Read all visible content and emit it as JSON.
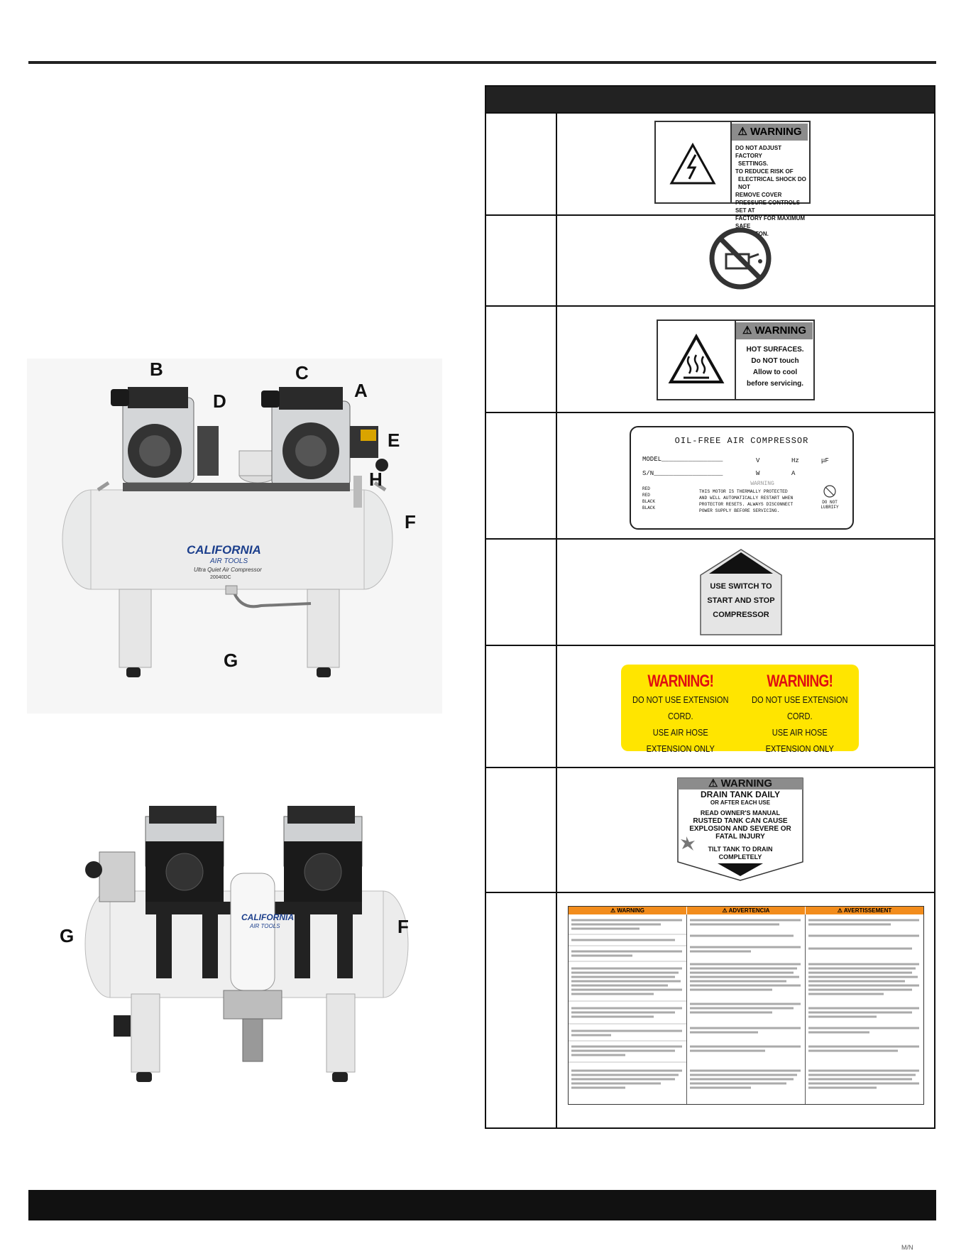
{
  "photo_front": {
    "callouts": {
      "A": "A",
      "B": "B",
      "C": "C",
      "D": "D",
      "E": "E",
      "F": "F",
      "G": "G",
      "H": "H"
    },
    "brand": "CALIFORNIA",
    "brand_sub": "AIR TOOLS",
    "product_line": "Ultra Quiet Air Compressor",
    "model": "20040DC"
  },
  "photo_rear": {
    "callouts": {
      "G": "G",
      "F": "F"
    },
    "brand": "CALIFORNIA",
    "brand_sub": "AIR TOOLS"
  },
  "decals": {
    "electrical": {
      "title": "WARNING",
      "lines": [
        "DO NOT ADJUST FACTORY",
        "SETTINGS.",
        "TO REDUCE RISK OF",
        "ELECTRICAL SHOCK DO NOT",
        "REMOVE  COVER",
        "PRESSURE CONTROLS SET AT",
        "FACTORY FOR MAXIMUM SAFE",
        "OPERATON."
      ]
    },
    "hot": {
      "title": "WARNING",
      "lines": [
        "HOT SURFACES.",
        "Do NOT touch",
        "Allow to cool",
        "before servicing."
      ]
    },
    "nameplate": {
      "title": "OIL-FREE AIR COMPRESSOR",
      "model_label": "MODEL",
      "sn_label": "S/N",
      "v": "V",
      "hz": "Hz",
      "uf": "μF",
      "w": "W",
      "a": "A",
      "wires": [
        "RED",
        "RED",
        "BLACK",
        "BLACK"
      ],
      "warning": "WARNING",
      "warning_lines": [
        "THIS MOTOR IS THERMALLY PROTECTED",
        "AND WILL AUTOMATICALLY RESTART WHEN",
        "PROTECTOR RESETS. ALWAYS DISCONNECT",
        "POWER SUPPLY BEFORE SERVICING."
      ],
      "no_lube": [
        "DO NOT",
        "LUBRIFY"
      ]
    },
    "switch": {
      "lines": [
        "USE SWITCH TO",
        "START AND STOP",
        "COMPRESSOR"
      ]
    },
    "extension": {
      "title": "WARNING!",
      "lines": [
        "DO NOT USE EXTENSION CORD.",
        "USE AIR HOSE",
        "EXTENSION ONLY"
      ]
    },
    "drain": {
      "title": "WARNING",
      "l1": "DRAIN TANK DAILY",
      "l2": "OR AFTER EACH USE",
      "l3": "READ OWNER'S MANUAL",
      "l4": "RUSTED TANK CAN CAUSE",
      "l5": "EXPLOSION AND SEVERE OR",
      "l6": "FATAL INJURY",
      "l7": "TILT TANK TO DRAIN",
      "l8": "COMPLETELY"
    },
    "trilingual": {
      "headers": [
        "WARNING",
        "ADVERTENCIA",
        "AVERTISSEMENT"
      ]
    }
  },
  "footer": {
    "code": "M/N"
  },
  "colors": {
    "orange": "#f28c1c",
    "yellow": "#ffe500",
    "red": "#e01010"
  }
}
